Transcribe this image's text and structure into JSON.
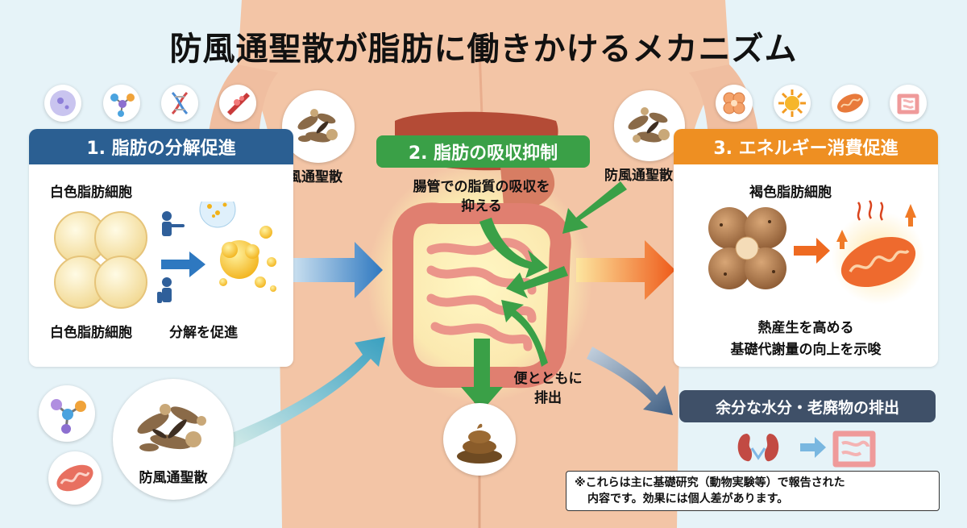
{
  "title": "防風通聖散が脂肪に働きかけるメカニズム",
  "colors": {
    "blue_header": "#2b5f92",
    "green_header": "#3aa047",
    "orange_header": "#ee8f22",
    "dark_header": "#3f5068",
    "body_skin": "#f3c5a6",
    "background": "#e6f3f8"
  },
  "icons": [
    "cell-icon",
    "molecule-icon",
    "dna-icon",
    "blood-vessel-icon",
    "brown-fat-cell-icon",
    "sun-icon",
    "mitochondria-icon",
    "intestine-icon",
    "kidney-icon",
    "herb-icon",
    "stool-icon"
  ],
  "panel1": {
    "header": "1. 脂肪の分解促進",
    "label_top": "白色脂肪細胞",
    "label_bottom_left": "白色脂肪細胞",
    "label_bottom_right": "分解を促進"
  },
  "panel2": {
    "header": "2. 脂肪の吸収抑制",
    "text": "腸管での脂質の吸収を抑える",
    "excretion": "便とともに排出"
  },
  "panel3": {
    "header": "3. エネルギー消費促進",
    "label_top": "褐色脂肪細胞",
    "text_line1": "熱産生を高める",
    "text_line2": "基礎代謝量の向上を示唆"
  },
  "panel4": {
    "header": "余分な水分・老廃物の排出"
  },
  "herb_labels": {
    "top_left": "防風通聖散",
    "top_right": "防風通聖散",
    "bottom_left": "防風通聖散"
  },
  "note": {
    "line1": "※これらは主に基礎研究（動物実験等）で報告された",
    "line2": "内容です。効果には個人差があります。"
  }
}
